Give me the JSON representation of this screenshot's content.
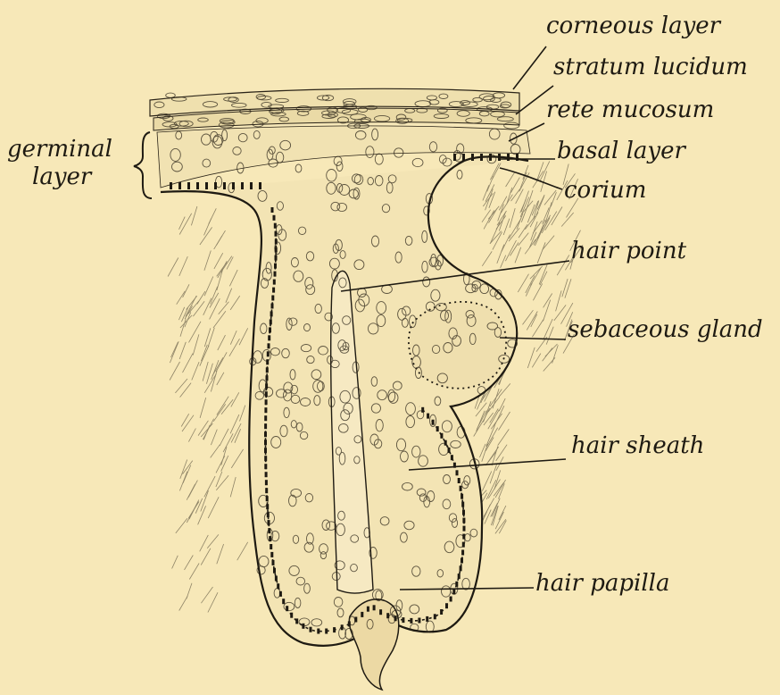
{
  "labels": {
    "corneous_layer": "corneous layer",
    "stratum_lucidum": "stratum lucidum",
    "rete_mucosum": "rete mucosum",
    "basal_layer": "basal layer",
    "corium": "corium",
    "hair_point": "hair point",
    "sebaceous_gland": "sebaceous gland",
    "hair_sheath": "hair sheath",
    "hair_papilla": "hair papilla",
    "germinal_layer_line1": "germinal",
    "germinal_layer_line2": "layer"
  },
  "colors": {
    "background": "#f7e8b8",
    "ink": "#1e1a12"
  }
}
